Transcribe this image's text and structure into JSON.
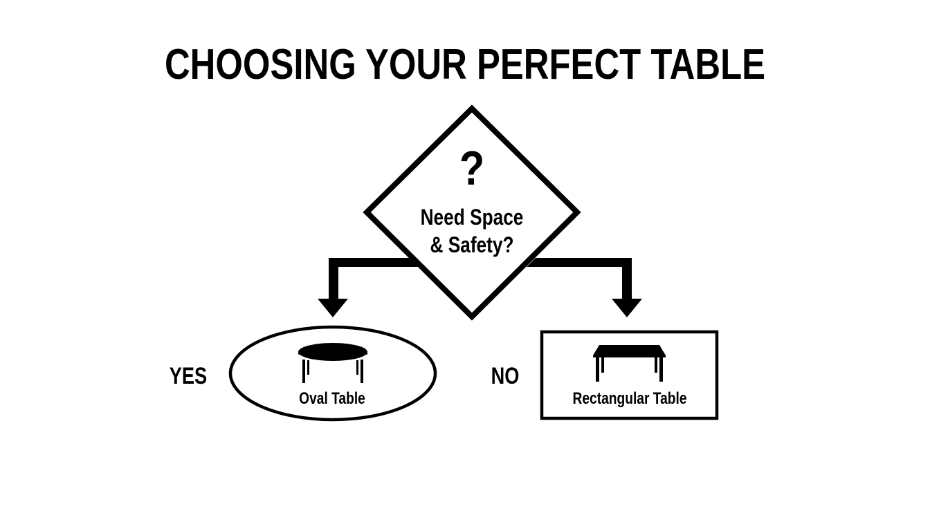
{
  "title": "CHOOSING YOUR PERFECT TABLE",
  "decision": {
    "icon": "question-mark",
    "symbol": "?",
    "question": "Need Space & Safety?",
    "question_line1": "Need Space",
    "question_line2": "& Safety?"
  },
  "branches": [
    {
      "answer": "YES",
      "shape": "oval",
      "result": "Oval Table",
      "icon": "oval-table-icon"
    },
    {
      "answer": "NO",
      "shape": "rectangle",
      "result": "Rectangular Table",
      "icon": "rectangular-table-icon"
    }
  ],
  "colors": {
    "background": "#ffffff",
    "ink": "#000000"
  }
}
